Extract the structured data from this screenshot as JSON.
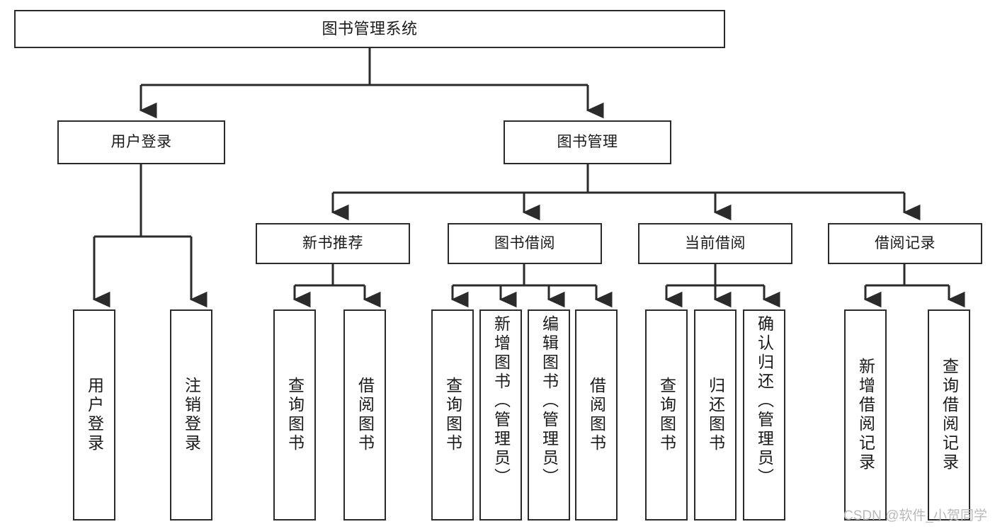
{
  "diagram": {
    "title": "图书管理系统",
    "type": "功能结构图",
    "watermark": "CSDN @软件_小贺同学",
    "colors": {
      "box_border": "#2b2b2b",
      "box_fill": "#ffffff",
      "connector": "#2b2b2b",
      "text": "#1a1a1a",
      "watermark": "#b9b9b9",
      "background": "#ffffff"
    }
  },
  "nodes": {
    "root": {
      "label": "图书管理系统"
    },
    "level2": [
      {
        "id": "user-login",
        "label": "用户登录"
      },
      {
        "id": "book-manage",
        "label": "图书管理"
      }
    ],
    "level3": [
      {
        "id": "new-book-recommend",
        "label": "新书推荐"
      },
      {
        "id": "book-borrow",
        "label": "图书借阅"
      },
      {
        "id": "current-borrow",
        "label": "当前借阅"
      },
      {
        "id": "borrow-record",
        "label": "借阅记录"
      }
    ],
    "leaves": {
      "user-login": [
        {
          "id": "leaf-user-login",
          "label": "用户登录"
        },
        {
          "id": "leaf-user-logout",
          "label": "注销登录"
        }
      ],
      "new-book-recommend": [
        {
          "id": "leaf-query-book-1",
          "label": "查询图书"
        },
        {
          "id": "leaf-borrow-book-1",
          "label": "借阅图书"
        }
      ],
      "book-borrow": [
        {
          "id": "leaf-query-book-2",
          "label": "查询图书"
        },
        {
          "id": "leaf-add-book",
          "label": "新增图书（管理员）"
        },
        {
          "id": "leaf-edit-book",
          "label": "编辑图书（管理员）"
        },
        {
          "id": "leaf-borrow-book-2",
          "label": "借阅图书"
        }
      ],
      "current-borrow": [
        {
          "id": "leaf-query-book-3",
          "label": "查询图书"
        },
        {
          "id": "leaf-return-book",
          "label": "归还图书"
        },
        {
          "id": "leaf-confirm-return",
          "label": "确认归还（管理员）"
        }
      ],
      "borrow-record": [
        {
          "id": "leaf-add-record",
          "label": "新增借阅记录"
        },
        {
          "id": "leaf-query-record",
          "label": "查询借阅记录"
        }
      ]
    }
  }
}
